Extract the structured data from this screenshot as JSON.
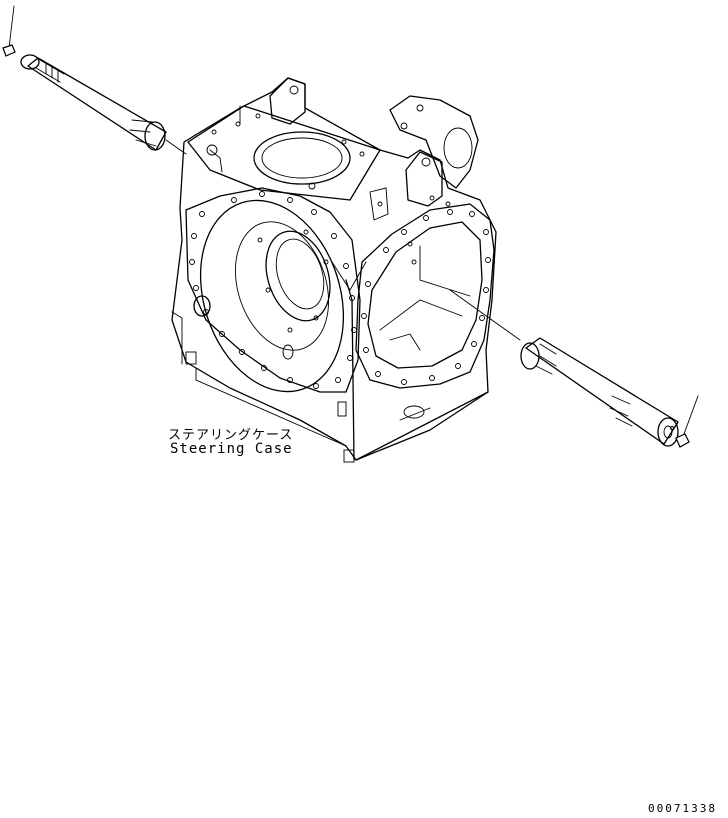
{
  "diagram": {
    "parts": {
      "steering_case": {
        "label_jp": "ステアリングケース",
        "label_en": "Steering Case"
      },
      "left_axle_shaft": {
        "icon": "splined-shaft-icon"
      },
      "right_axle_shaft": {
        "icon": "splined-shaft-icon"
      },
      "left_bolt": {
        "icon": "bolt-icon"
      },
      "right_bolt": {
        "icon": "bolt-icon"
      }
    },
    "figure_number": "00071338"
  }
}
